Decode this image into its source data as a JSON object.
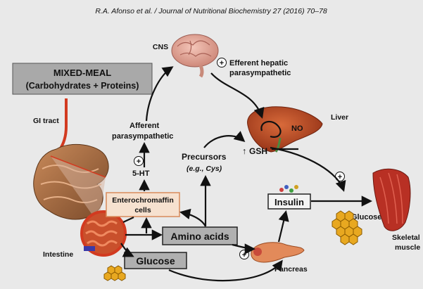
{
  "header": {
    "citation": "R.A. Afonso et al. / Journal of Nutritional Biochemistry 27 (2016) 70–78"
  },
  "diagram": {
    "mixed_meal_title": "MIXED-MEAL",
    "mixed_meal_sub": "(Carbohydrates + Proteins)",
    "cns": "CNS",
    "efferent_line1": "Efferent hepatic",
    "efferent_line2": "parasympathetic",
    "liver": "Liver",
    "no": "NO",
    "gsh": "GSH",
    "gi_tract": "GI tract",
    "afferent_line1": "Afferent",
    "afferent_line2": "parasympathetic",
    "five_ht": "5-HT",
    "precursors": "Precursors",
    "precursors_eg": "(e.g., Cys)",
    "enterochromaffin_line1": "Enterochromaffin",
    "enterochromaffin_line2": "cells",
    "amino_acids": "Amino acids",
    "glucose_main": "Glucose",
    "insulin": "Insulin",
    "glucose_muscle": "Glucose",
    "skeletal_line1": "Skeletal",
    "skeletal_line2": "muscle",
    "intestine": "Intestine",
    "pancreas": "Pancreas",
    "plus": "+",
    "up_arrow": "↑"
  },
  "colors": {
    "background": "#e9e9e9",
    "meal_box": "#a9a9a9",
    "ec_box": "#f6e1cf",
    "ec_border": "#d88a5a",
    "grey_box": "#b0b0b0",
    "liver": "#b84a22",
    "muscle": "#b83024",
    "gut_red": "#d23a20",
    "honey": "#e8a820",
    "insulin_box": "#f4f4f4"
  }
}
